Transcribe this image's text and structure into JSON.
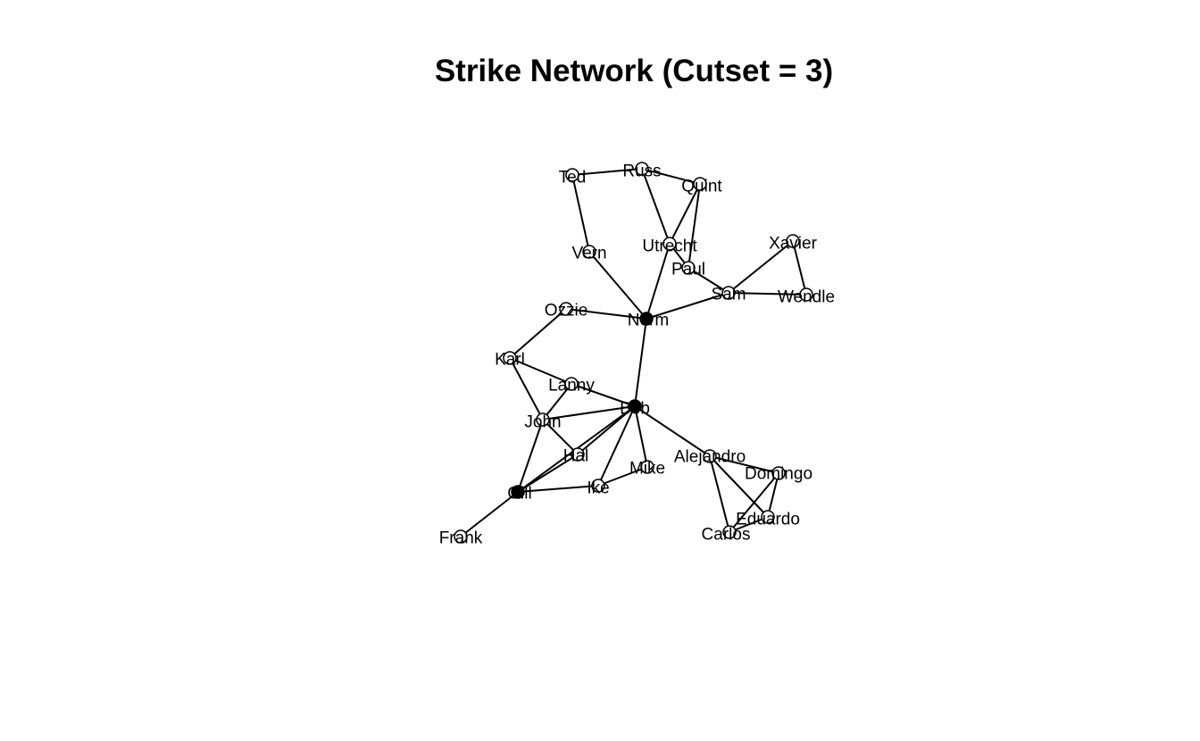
{
  "title": "Strike Network (Cutset = 3)",
  "colors": {
    "cutset_node": "#000000",
    "regular_node": "#ffffff",
    "edge": "#000000",
    "label": "#000000"
  },
  "network": {
    "cutset_size": 3,
    "nodes": [
      {
        "id": "Ted",
        "label": "Ted",
        "cutset": false
      },
      {
        "id": "Russ",
        "label": "Russ",
        "cutset": false
      },
      {
        "id": "Quint",
        "label": "Quint",
        "cutset": false
      },
      {
        "id": "Vern",
        "label": "Vern",
        "cutset": false
      },
      {
        "id": "Utrecht",
        "label": "Utrecht",
        "cutset": false
      },
      {
        "id": "Paul",
        "label": "Paul",
        "cutset": false
      },
      {
        "id": "Xavier",
        "label": "Xavier",
        "cutset": false
      },
      {
        "id": "Sam",
        "label": "Sam",
        "cutset": false
      },
      {
        "id": "Wendle",
        "label": "Wendle",
        "cutset": false
      },
      {
        "id": "Ozzie",
        "label": "Ozzie",
        "cutset": false
      },
      {
        "id": "Norm",
        "label": "Norm",
        "cutset": true
      },
      {
        "id": "Karl",
        "label": "Karl",
        "cutset": false
      },
      {
        "id": "Lanny",
        "label": "Lanny",
        "cutset": false
      },
      {
        "id": "Bob",
        "label": "Bob",
        "cutset": true
      },
      {
        "id": "John",
        "label": "John",
        "cutset": false
      },
      {
        "id": "Hal",
        "label": "Hal",
        "cutset": false
      },
      {
        "id": "Mike",
        "label": "Mike",
        "cutset": false
      },
      {
        "id": "Ike",
        "label": "Ike",
        "cutset": false
      },
      {
        "id": "Gill",
        "label": "Gill",
        "cutset": true
      },
      {
        "id": "Frank",
        "label": "Frank",
        "cutset": false
      },
      {
        "id": "Alejandro",
        "label": "Alejandro",
        "cutset": false
      },
      {
        "id": "Domingo",
        "label": "Domingo",
        "cutset": false
      },
      {
        "id": "Eduardo",
        "label": "Eduardo",
        "cutset": false
      },
      {
        "id": "Carlos",
        "label": "Carlos",
        "cutset": false
      }
    ],
    "edges": [
      [
        "Ted",
        "Russ"
      ],
      [
        "Russ",
        "Quint"
      ],
      [
        "Ted",
        "Vern"
      ],
      [
        "Russ",
        "Utrecht"
      ],
      [
        "Quint",
        "Utrecht"
      ],
      [
        "Quint",
        "Paul"
      ],
      [
        "Utrecht",
        "Paul"
      ],
      [
        "Utrecht",
        "Norm"
      ],
      [
        "Paul",
        "Sam"
      ],
      [
        "Vern",
        "Norm"
      ],
      [
        "Xavier",
        "Sam"
      ],
      [
        "Xavier",
        "Wendle"
      ],
      [
        "Sam",
        "Wendle"
      ],
      [
        "Sam",
        "Norm"
      ],
      [
        "Ozzie",
        "Norm"
      ],
      [
        "Ozzie",
        "Karl"
      ],
      [
        "Norm",
        "Bob"
      ],
      [
        "Karl",
        "Lanny"
      ],
      [
        "Karl",
        "John"
      ],
      [
        "Lanny",
        "Bob"
      ],
      [
        "Lanny",
        "John"
      ],
      [
        "John",
        "Bob"
      ],
      [
        "John",
        "Hal"
      ],
      [
        "John",
        "Gill"
      ],
      [
        "Hal",
        "Bob"
      ],
      [
        "Hal",
        "Gill"
      ],
      [
        "Bob",
        "Ike"
      ],
      [
        "Bob",
        "Mike"
      ],
      [
        "Bob",
        "Alejandro"
      ],
      [
        "Bob",
        "Gill"
      ],
      [
        "Mike",
        "Ike"
      ],
      [
        "Ike",
        "Gill"
      ],
      [
        "Gill",
        "Frank"
      ],
      [
        "Alejandro",
        "Domingo"
      ],
      [
        "Alejandro",
        "Eduardo"
      ],
      [
        "Alejandro",
        "Carlos"
      ],
      [
        "Domingo",
        "Carlos"
      ],
      [
        "Domingo",
        "Eduardo"
      ],
      [
        "Eduardo",
        "Carlos"
      ]
    ]
  }
}
